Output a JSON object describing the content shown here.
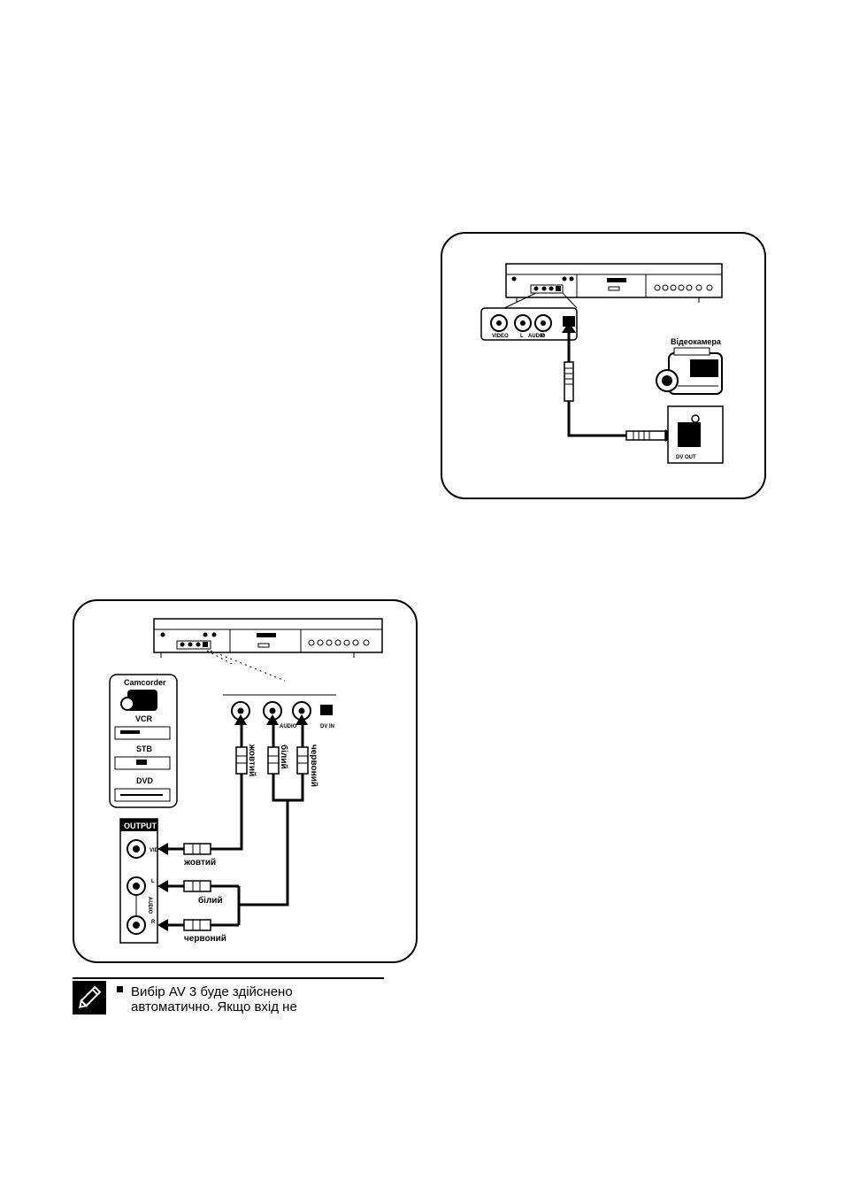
{
  "dv_figure": {
    "camera_label": "Відеокамера",
    "port_labels": {
      "video": "VIDEO",
      "audio_left": "L",
      "audio": "AUDIO",
      "audio_right": "R"
    },
    "camera_port_label": "DV OUT"
  },
  "av_figure": {
    "device_list": [
      "Camcorder",
      "VCR",
      "STB",
      "DVD"
    ],
    "port_labels": {
      "audio": "AUDIO",
      "dv_in": "DV IN"
    },
    "plug_labels_rotated": [
      "жовтий",
      "білий",
      "червоний"
    ],
    "output_title": "OUTPUT",
    "output_side_labels": {
      "video": "VID",
      "audio": "AUDIO",
      "left": "L",
      "right": "R"
    },
    "cable_labels": {
      "yellow": "жовтий",
      "white": "білий",
      "red": "червоний"
    }
  },
  "note": {
    "icon": "pencil-note-icon",
    "text_line1": "Вибір AV 3 буде здійснено",
    "text_line2": "автоматично. Якщо вхід не"
  }
}
